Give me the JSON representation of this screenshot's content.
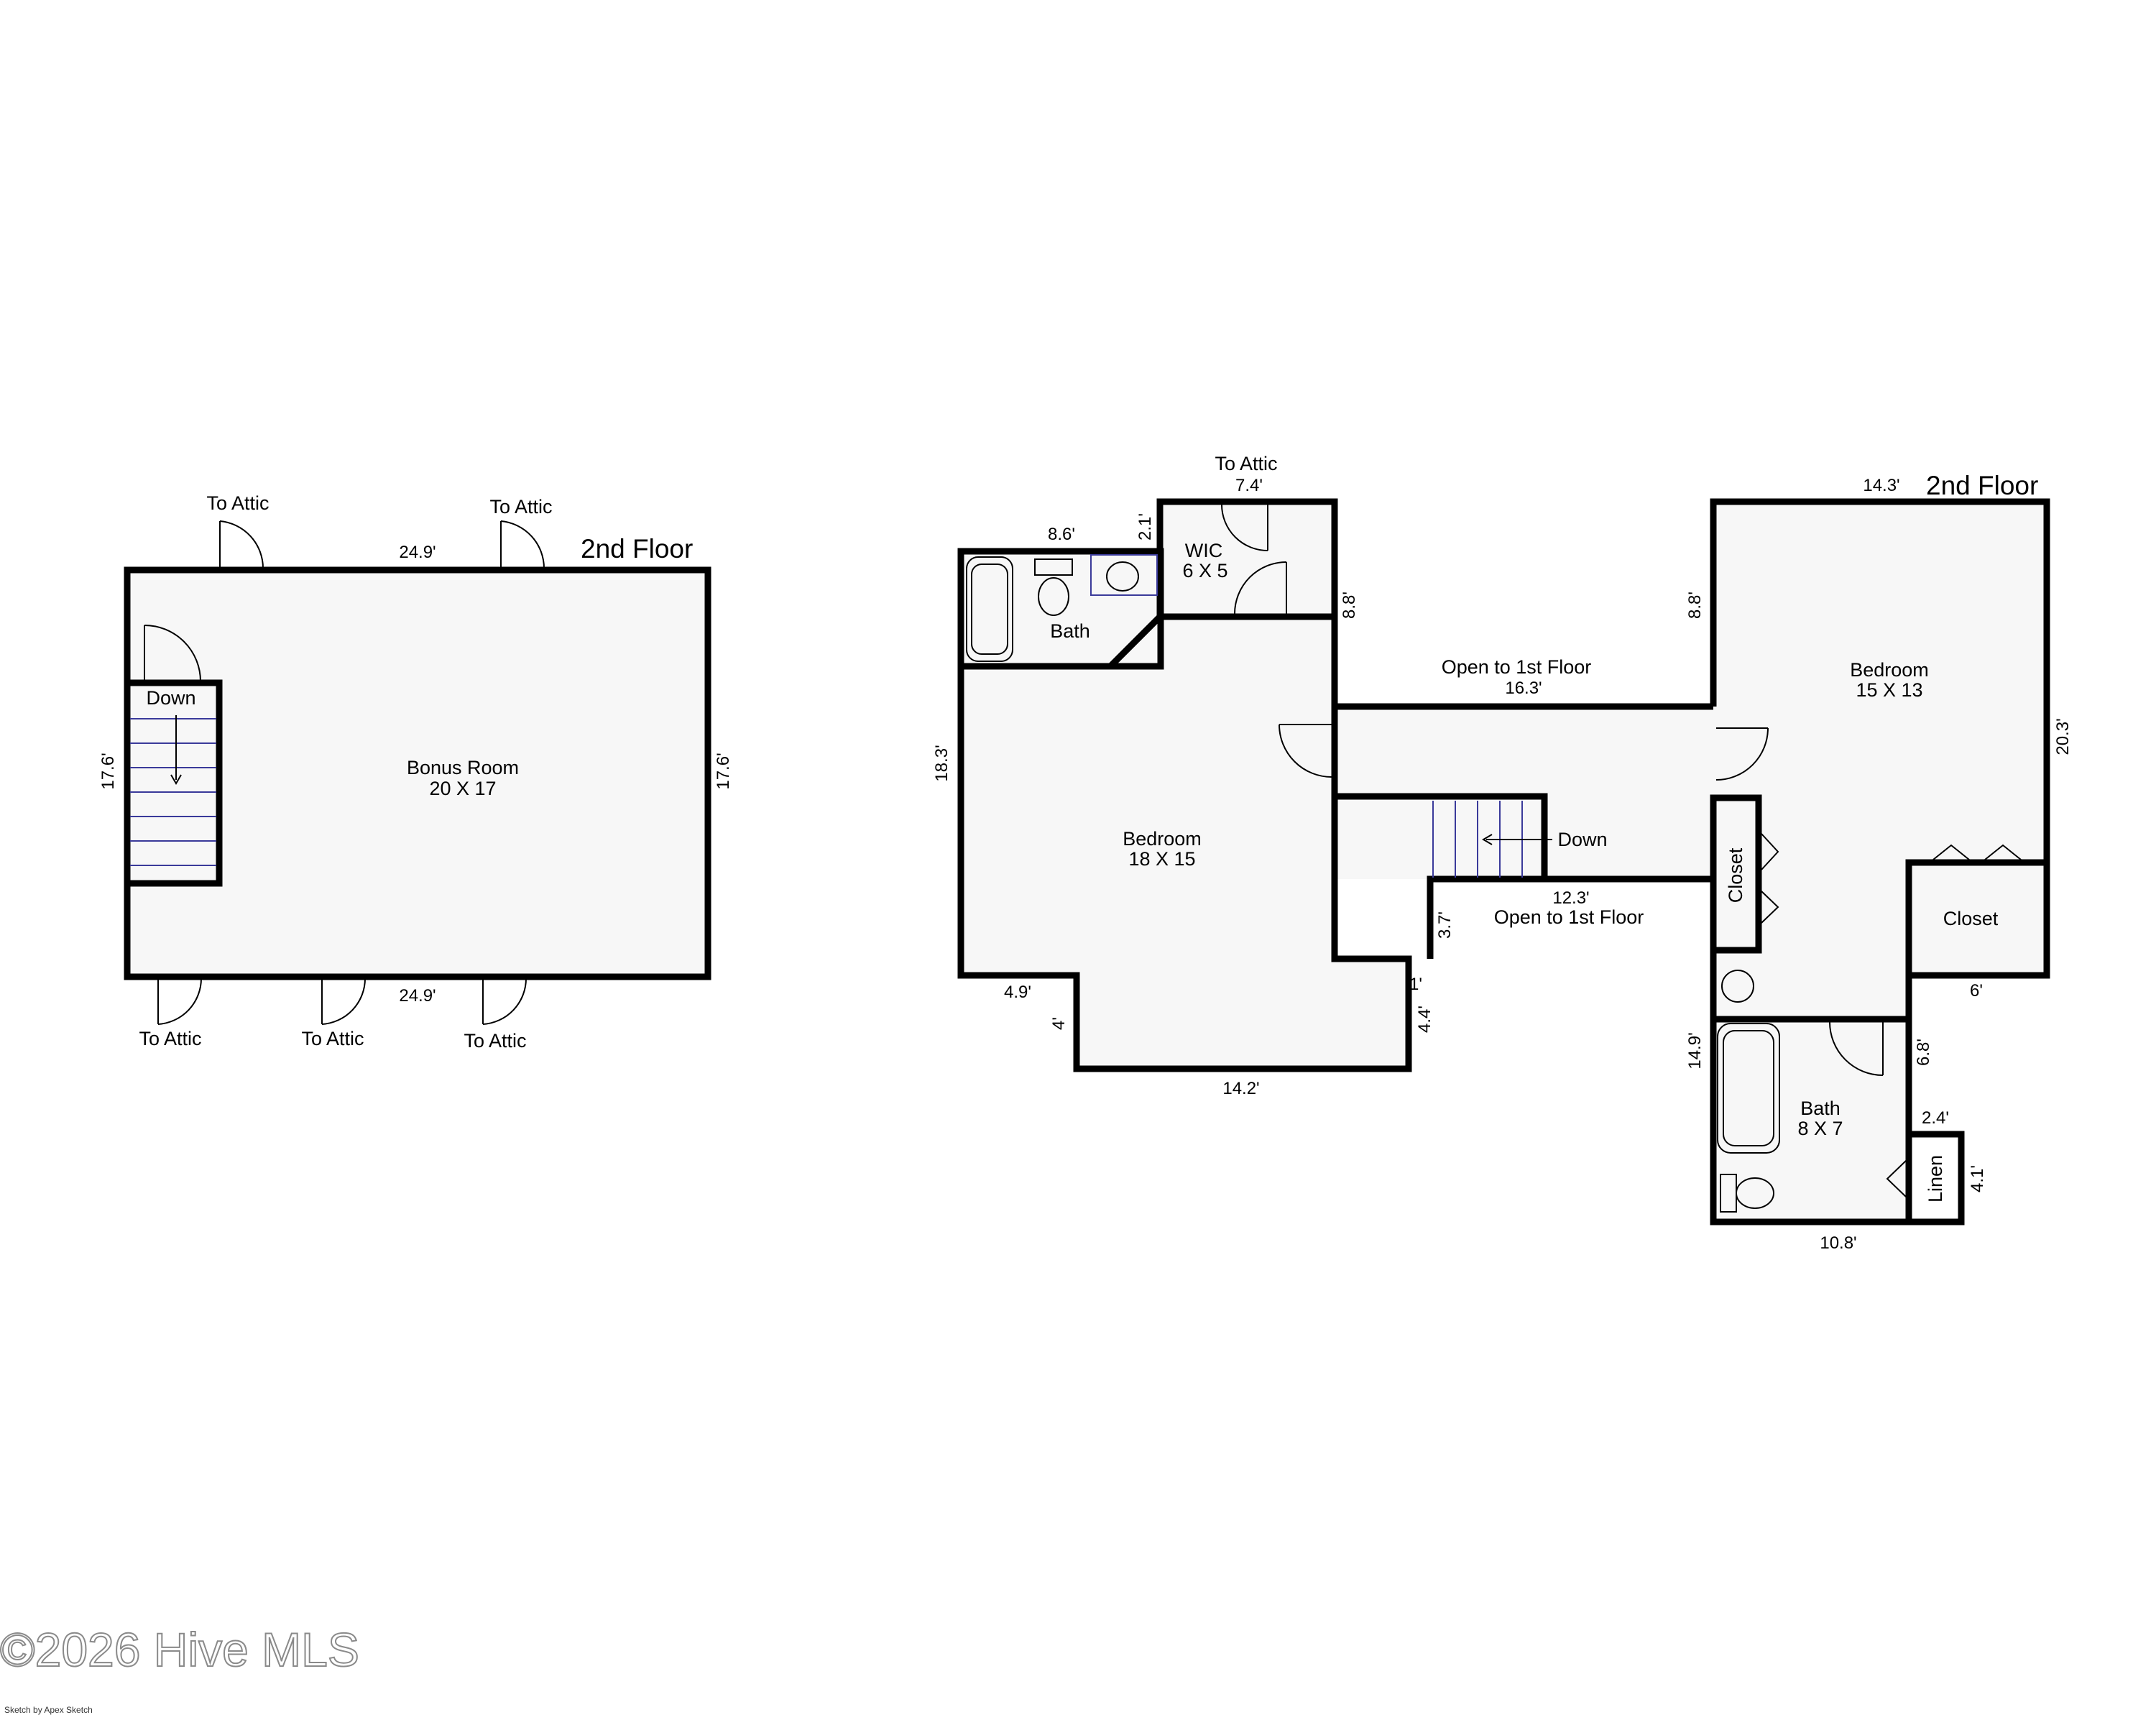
{
  "left_plan": {
    "floor_title": "2nd Floor",
    "room": {
      "name": "Bonus Room",
      "size": "20 X 17"
    },
    "stairs_label": "Down",
    "attic_labels": [
      "To Attic",
      "To Attic",
      "To Attic",
      "To Attic",
      "To Attic"
    ],
    "dimensions": {
      "top": "24.9'",
      "bottom": "24.9'",
      "left": "17.6'",
      "right": "17.6'"
    }
  },
  "right_plan": {
    "floor_title": "2nd Floor",
    "attic_label": "To Attic",
    "rooms": {
      "bath_left": {
        "name": "Bath"
      },
      "wic": {
        "name": "WIC",
        "size": "6 X 5"
      },
      "bedroom_left": {
        "name": "Bedroom",
        "size": "18 X 15"
      },
      "bedroom_right": {
        "name": "Bedroom",
        "size": "15 X 13"
      },
      "bath_right": {
        "name": "Bath",
        "size": "8 X 7"
      },
      "closet_vertical": {
        "name": "Closet"
      },
      "closet_right": {
        "name": "Closet"
      },
      "linen": {
        "name": "Linen"
      }
    },
    "open_labels": {
      "upper": "Open to 1st Floor",
      "lower": "Open to 1st Floor"
    },
    "stairs_label": "Down",
    "dimensions": {
      "bath_top": "8.6'",
      "wic_top": "7.4'",
      "wic_side": "2.1'",
      "wic_right": "8.8'",
      "bedroom_left_side": "18.3'",
      "open_upper": "16.3'",
      "open_lower": "12.3'",
      "stair_side": "3.7'",
      "notch_small": "1'",
      "notch_side": "4.4'",
      "bottom_left": "4.9'",
      "bottom_step": "4'",
      "bottom": "14.2'",
      "bedroom_right_top": "14.3'",
      "bedroom_right_left": "8.8'",
      "bedroom_right_side": "20.3'",
      "closet_bottom": "6'",
      "bath_right_side": "14.9'",
      "bath_right_notch": "6.8'",
      "linen_top": "2.4'",
      "linen_side": "4.1'",
      "bath_right_bottom": "10.8'"
    }
  },
  "watermark": "©2026 Hive MLS",
  "credit": "Sketch by Apex Sketch"
}
